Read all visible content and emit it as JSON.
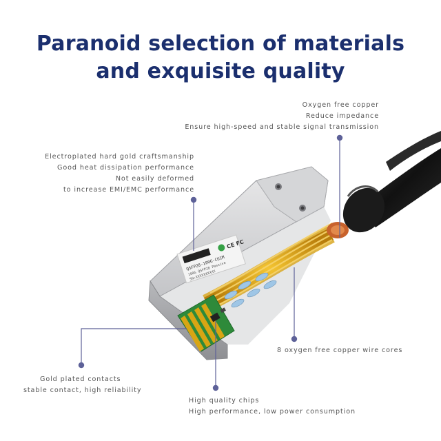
{
  "headline": {
    "line1": "Paranoid selection of materials",
    "line2": "and exquisite quality"
  },
  "callouts": {
    "copper": {
      "line1": "Oxygen free copper",
      "line2": "Reduce impedance",
      "line3": "Ensure high-speed and stable signal transmission"
    },
    "shell": {
      "line1": "Electroplated hard gold craftsmanship",
      "line2": "Good heat dissipation performance",
      "line3": "Not easily deformed",
      "line4": "to increase EMI/EMC performance"
    },
    "wire_cores": {
      "line1": "8 oxygen free copper wire cores"
    },
    "gold_contacts": {
      "line1": "Gold plated contacts",
      "line2": "stable contact, high reliability"
    },
    "chips": {
      "line1": "High quality chips",
      "line2": "High performance, low power consumption"
    }
  },
  "product_label": {
    "line1": "QSFP28-100G-CU1M",
    "line2": "100G QSFP28 Passive",
    "line3": "SN:XXXXXXXXXX",
    "marks": "CE FC"
  },
  "colors": {
    "title": "#1b2f6e",
    "marker": "#5d6198",
    "callout_text": "#555555",
    "pcb": "#2e8a3a",
    "gold": "#d8a514",
    "copper": "#c8622c"
  }
}
